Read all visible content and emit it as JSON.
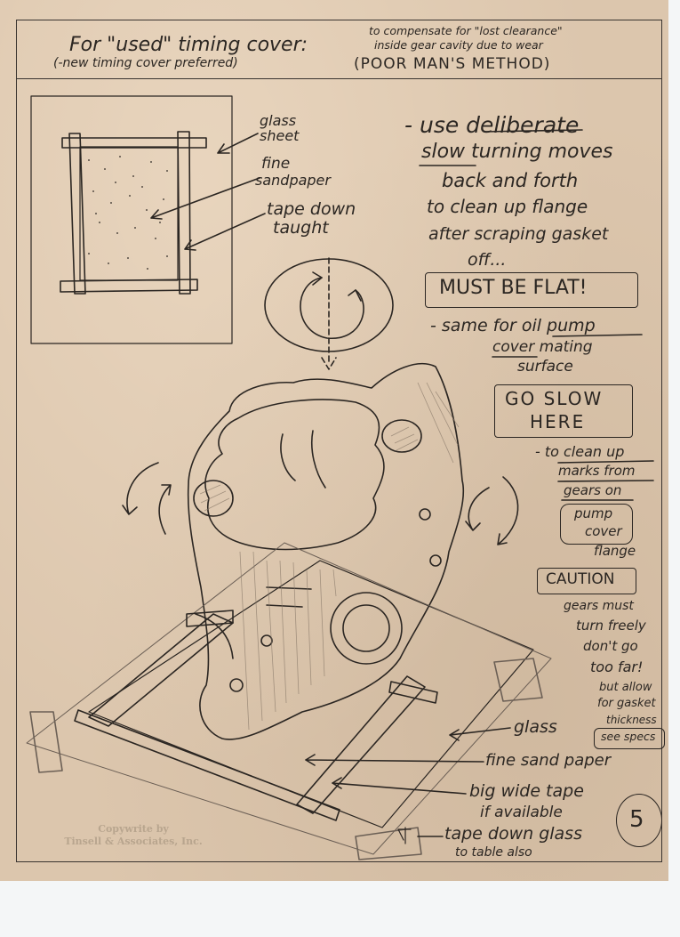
{
  "header": {
    "title": "For \"used\" timing cover:",
    "subtitle": "(-new timing cover preferred)",
    "note_line1": "to compensate for \"lost clearance\"",
    "note_line2": "inside gear cavity due to wear",
    "method": "(POOR MAN'S METHOD)"
  },
  "inset_labels": {
    "glass": "glass",
    "sheet": "sheet",
    "fine": "fine",
    "sandpaper": "sandpaper",
    "tape_down": "tape down",
    "taught": "taught"
  },
  "instructions": {
    "line1": "- use deliberate",
    "line2": "slow turning moves",
    "line3": "back and forth",
    "line4": "to clean up flange",
    "line5": "after scraping gasket",
    "line6": "off...",
    "must_be_flat": "MUST BE FLAT!",
    "oil1": "- same for oil pump",
    "oil2": "cover mating",
    "oil3": "surface",
    "go_slow_1": "GO SLOW",
    "go_slow_2": "HERE",
    "clean1": "- to clean up",
    "clean2": "marks from",
    "clean3": "gears on",
    "pump": "pump",
    "cover": "cover",
    "flange": "flange",
    "caution": "CAUTION",
    "c1": "gears must",
    "c2": "turn freely",
    "c3": "don't go",
    "c4": "too far!",
    "c5": "but allow",
    "c6": "for gasket",
    "c7": "thickness",
    "c8": "see specs"
  },
  "bottom_labels": {
    "glass": "glass",
    "fine_sand_paper": "fine sand paper",
    "big_wide_tape": "big wide tape",
    "if_available": "if available",
    "tape_down_glass": "tape down glass",
    "to_table_also": "to table also"
  },
  "page_number": "5",
  "stamp": {
    "line1": "Copywrite by",
    "line2": "Tinsell & Associates, Inc."
  },
  "colors": {
    "paper": "#dcc6ad",
    "ink": "#2b2622",
    "pencil_shade": "#8a7a6a"
  }
}
